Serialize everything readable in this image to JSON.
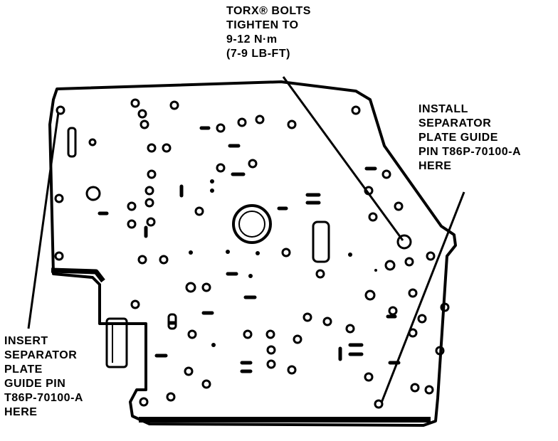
{
  "labels": {
    "torx": [
      "TORX® BOLTS",
      "TIGHTEN TO",
      "9-12 N·m",
      "(7-9 LB-FT)"
    ],
    "install": [
      "INSTALL",
      "SEPARATOR",
      "PLATE GUIDE",
      "PIN T86P-70100-A",
      "HERE"
    ],
    "insert": [
      "INSERT",
      "SEPARATOR",
      "PLATE",
      "GUIDE PIN",
      "T86P-70100-A",
      "HERE"
    ]
  },
  "colors": {
    "ink": "#000000",
    "paper": "#ffffff"
  }
}
